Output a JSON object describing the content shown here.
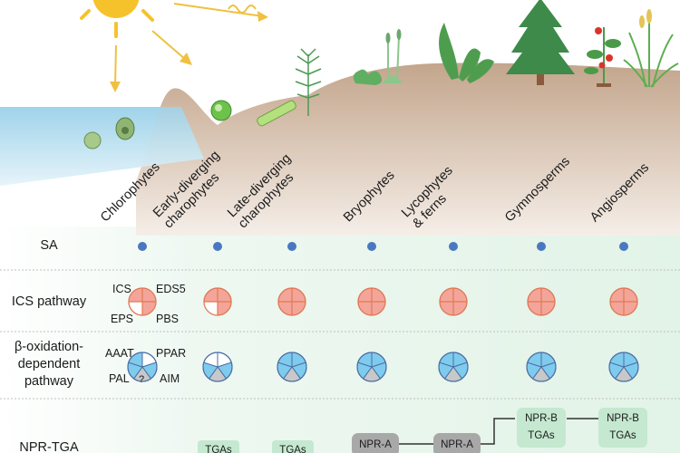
{
  "clades": [
    [
      "Chlorophytes"
    ],
    [
      "Early-diverging",
      "charophytes"
    ],
    [
      "Late-diverging",
      "charophytes"
    ],
    [
      "Bryophytes"
    ],
    [
      "Lycophytes",
      "& ferns"
    ],
    [
      "Gymnosperms"
    ],
    [
      "Angiosperms"
    ]
  ],
  "rows": {
    "sa": "SA",
    "ics": "ICS pathway",
    "beta": [
      "β-oxidation-",
      "dependent",
      "pathway"
    ],
    "npr": "NPR-TGA"
  },
  "ics_labels": {
    "ics": "ICS",
    "eds5": "EDS5",
    "eps": "EPS",
    "pbs": "PBS"
  },
  "beta_labels": {
    "aaat": "AAAT",
    "ppar": "PPAR",
    "pal": "PAL",
    "aim": "AIM",
    "unknown": "?"
  },
  "npr_nodes": {
    "npr_a": "NPR-A",
    "npr_b": "NPR-B",
    "tgas": "TGAs"
  },
  "colors": {
    "sa_dot": "#4a78c0",
    "ics_fill": "#f4a59a",
    "ics_line": "#e07a55",
    "beta_fill": "#7fcbee",
    "beta_gray": "#c8c8c8",
    "beta_line": "#4a6fa5",
    "band_green": "#e6f4ea",
    "water": "#a8d8ec",
    "soil": "#c8ab94",
    "node_gray": "#a8a8a8",
    "node_green": "#c5e8d0"
  }
}
